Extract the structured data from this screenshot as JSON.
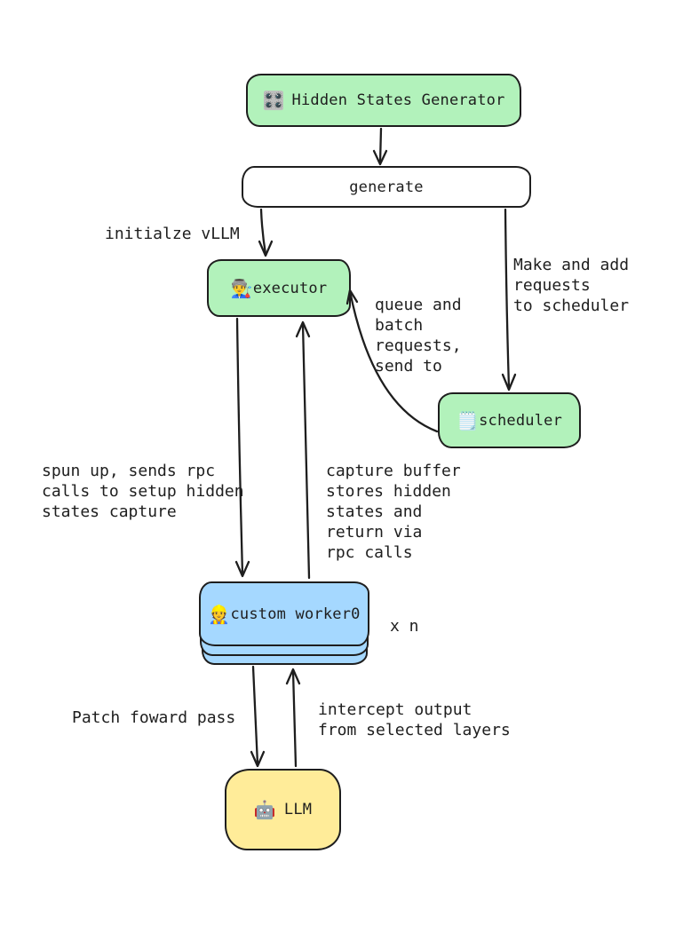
{
  "nodes": {
    "generator": {
      "icon": "🎛️",
      "label": "Hidden States Generator",
      "fill": "#b2f2bb"
    },
    "generate": {
      "label": "generate",
      "fill": "#ffffff"
    },
    "executor": {
      "icon": "👨‍🏭",
      "label": "executor",
      "fill": "#b2f2bb"
    },
    "scheduler": {
      "icon": "🗒️",
      "label": "scheduler",
      "fill": "#b2f2bb"
    },
    "worker": {
      "icon": "👷",
      "label": "custom worker0",
      "fill": "#a5d8ff",
      "count_label": "x n"
    },
    "llm": {
      "icon": "🤖",
      "label": "LLM",
      "fill": "#ffec99"
    }
  },
  "annotations": {
    "initialize_vllm": "initialze vLLM",
    "make_requests": "Make and add\nrequests\nto scheduler",
    "queue_batch": "queue and\nbatch\nrequests,\nsend to",
    "spun_up": "spun up, sends rpc\ncalls to setup hidden\nstates capture",
    "capture_buffer": "capture buffer\nstores hidden\nstates and\nreturn via\nrpc calls",
    "patch_forward": "Patch foward pass",
    "intercept": "intercept output\nfrom selected layers"
  },
  "colors": {
    "stroke": "#1e1e1e",
    "node_green": "#b2f2bb",
    "node_blue": "#a5d8ff",
    "node_yellow": "#ffec99",
    "node_white": "#ffffff",
    "background": "#ffffff"
  }
}
